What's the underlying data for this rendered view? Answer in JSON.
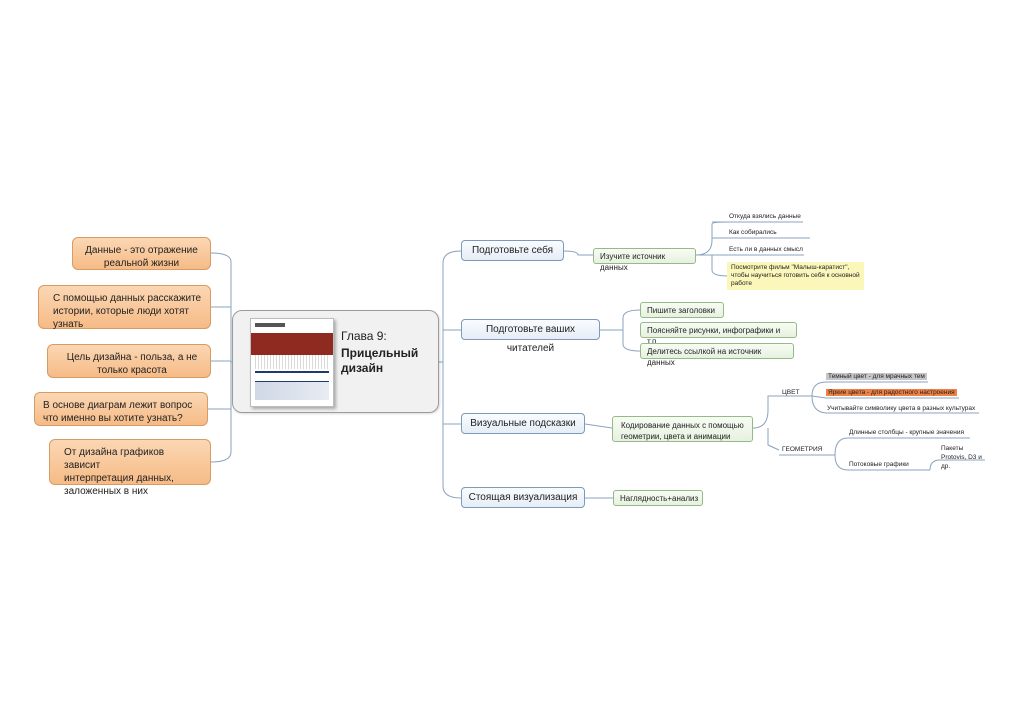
{
  "center": {
    "chapter": "Глава 9:",
    "title_line1": "Прицельный",
    "title_line2": "дизайн"
  },
  "left_notes": [
    {
      "line1": "Данные - это отражение",
      "line2": "реальной жизни"
    },
    {
      "line1": "С помощью данных расскажите",
      "line2": "истории, которые люди хотят",
      "line3": "узнать"
    },
    {
      "line1": "Цель дизайна - польза, а не",
      "line2": "только красота"
    },
    {
      "line1": "В основе диаграм лежит вопрос",
      "line2": "что именно вы хотите узнать?"
    },
    {
      "line1": "От дизайна графиков зависит",
      "line2": "интерпретация данных,",
      "line3": "заложенных в них"
    }
  ],
  "branches": {
    "prepare_self": {
      "label": "Подготовьте себя",
      "child": "Изучите источник данных",
      "leaves": [
        "Откуда взялись данные",
        "Как собирались",
        "Есть ли в данных смысл"
      ],
      "note": "Посмотрите фильм \"Малыш-каратист\", чтобы научиться готовить себя к основной работе"
    },
    "prepare_readers": {
      "label": "Подготовьте ваших читателей",
      "children": [
        "Пишите заголовки",
        "Поясняйте рисунки, инфографики и т.п.",
        "Делитесь ссылкой на источник данных"
      ]
    },
    "visual_cues": {
      "label": "Визуальные подсказки",
      "child_line1": "Кодирование данных с помощью",
      "child_line2": "геометрии, цвета  и анимации",
      "color_group": {
        "label": "ЦВЕТ",
        "leaves": [
          "Темный цвет - для мрачных тем",
          "Яркие цвета - для радостного настроения",
          "Учитывайте символику цвета в разных культурах"
        ]
      },
      "geometry_group": {
        "label": "ГЕОМЕТРИЯ",
        "leaves": [
          "Длинные столбцы - крупные значения",
          "Потоковые графики"
        ],
        "subleaf_line1": "Пакеты",
        "subleaf_line2": "Protovis, D3 и",
        "subleaf_line3": "др."
      }
    },
    "worthy_viz": {
      "label": "Стоящая визуализация",
      "child": "Наглядность+анализ"
    }
  },
  "colors": {
    "left_fill": "#f6bb86",
    "left_border": "#d79b66",
    "branch_border": "#7e9ab8",
    "subnode_border": "#96b98a",
    "note_fill": "#fbf6b9",
    "dark_highlight": "#c6c6c6",
    "bright_highlight": "#ef8144",
    "connector": "#8aa3bd"
  }
}
